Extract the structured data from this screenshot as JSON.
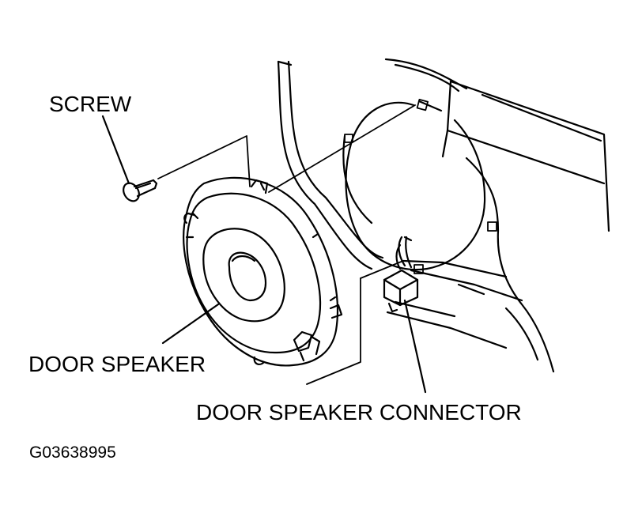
{
  "labels": {
    "screw": "SCREW",
    "door_speaker": "DOOR SPEAKER",
    "door_speaker_connector": "DOOR SPEAKER CONNECTOR"
  },
  "figure_code": "G03638995",
  "colors": {
    "ink": "#000000",
    "paper": "#ffffff"
  }
}
